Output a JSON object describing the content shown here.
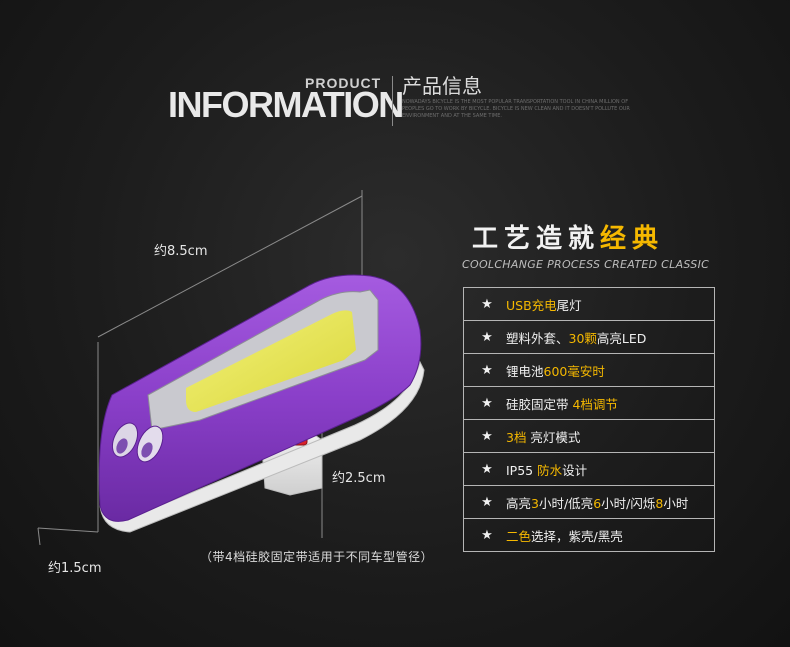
{
  "header": {
    "product": "PRODUCT",
    "information": "INFORMATION",
    "cn_title": "产品信息",
    "small_text": "NOWADAYS BICYCLE IS THE MOST POPULAR TRANSPORTATION TOOL IN CHINA MILLION OF PEOPLES GO TO WORK BY BICYCLE. BICYCLE IS NEW CLEAN AND IT DOESN'T POLLUTE OUR ENVIRONMENT AND AT THE SAME TIME."
  },
  "slogan": {
    "main": "工艺造就",
    "highlight": "经典",
    "english": "COOLCHANGE PROCESS CREATED CLASSIC"
  },
  "features": [
    {
      "parts": [
        {
          "t": "USB充电",
          "hl": true
        },
        {
          "t": "尾灯",
          "hl": false
        }
      ]
    },
    {
      "parts": [
        {
          "t": "塑料外套、",
          "hl": false
        },
        {
          "t": "30颗",
          "hl": true
        },
        {
          "t": "高亮LED",
          "hl": false
        }
      ]
    },
    {
      "parts": [
        {
          "t": "锂电池",
          "hl": false
        },
        {
          "t": "600毫安时",
          "hl": true
        }
      ]
    },
    {
      "parts": [
        {
          "t": "硅胶固定带 ",
          "hl": false
        },
        {
          "t": "4档调节",
          "hl": true
        }
      ]
    },
    {
      "parts": [
        {
          "t": "3档",
          "hl": true
        },
        {
          "t": " 亮灯模式",
          "hl": false
        }
      ]
    },
    {
      "parts": [
        {
          "t": "IP55 ",
          "hl": false
        },
        {
          "t": "防水",
          "hl": true
        },
        {
          "t": "设计",
          "hl": false
        }
      ]
    },
    {
      "parts": [
        {
          "t": "高亮",
          "hl": false
        },
        {
          "t": "3",
          "hl": true
        },
        {
          "t": "小时/低亮",
          "hl": false
        },
        {
          "t": "6",
          "hl": true
        },
        {
          "t": "小时/闪烁",
          "hl": false
        },
        {
          "t": "8",
          "hl": true
        },
        {
          "t": "小时",
          "hl": false
        }
      ]
    },
    {
      "parts": [
        {
          "t": "二色",
          "hl": true
        },
        {
          "t": "选择，紫壳/黑壳",
          "hl": false
        }
      ]
    }
  ],
  "star": "★",
  "dimensions": {
    "length": "约8.5cm",
    "height": "约2.5cm",
    "width": "约1.5cm"
  },
  "note": "（带4档硅胶固定带适用于不同车型管径）",
  "colors": {
    "accent": "#f5b800",
    "shell": "#8a3fc9",
    "lens": "#e8e64a"
  }
}
